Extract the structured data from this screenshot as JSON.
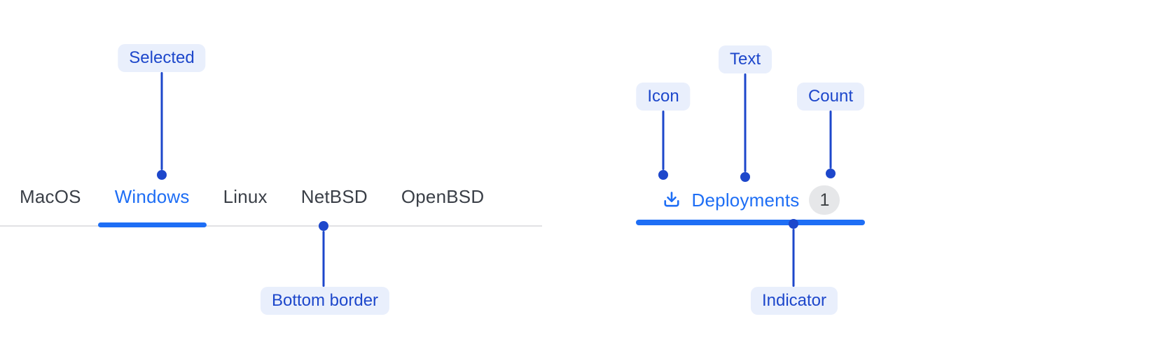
{
  "colors": {
    "tab_active": "#1e6ef5",
    "tab_inactive": "#3a3f47",
    "tab_bottom_border": "#e1e1e4",
    "annotation_text": "#1d47cb",
    "annotation_bg": "#e9effc",
    "badge_bg": "#e6e7e9",
    "badge_text": "#3c4043"
  },
  "tabs_example": {
    "items": [
      {
        "label": "MacOS",
        "selected": false
      },
      {
        "label": "Windows",
        "selected": true
      },
      {
        "label": "Linux",
        "selected": false
      },
      {
        "label": "NetBSD",
        "selected": false
      },
      {
        "label": "OpenBSD",
        "selected": false
      }
    ]
  },
  "deployment_tab": {
    "icon": "download-icon",
    "label": "Deployments",
    "count": "1"
  },
  "callouts": {
    "selected": "Selected",
    "bottom_border": "Bottom border",
    "icon": "Icon",
    "text": "Text",
    "count": "Count",
    "indicator": "Indicator"
  }
}
